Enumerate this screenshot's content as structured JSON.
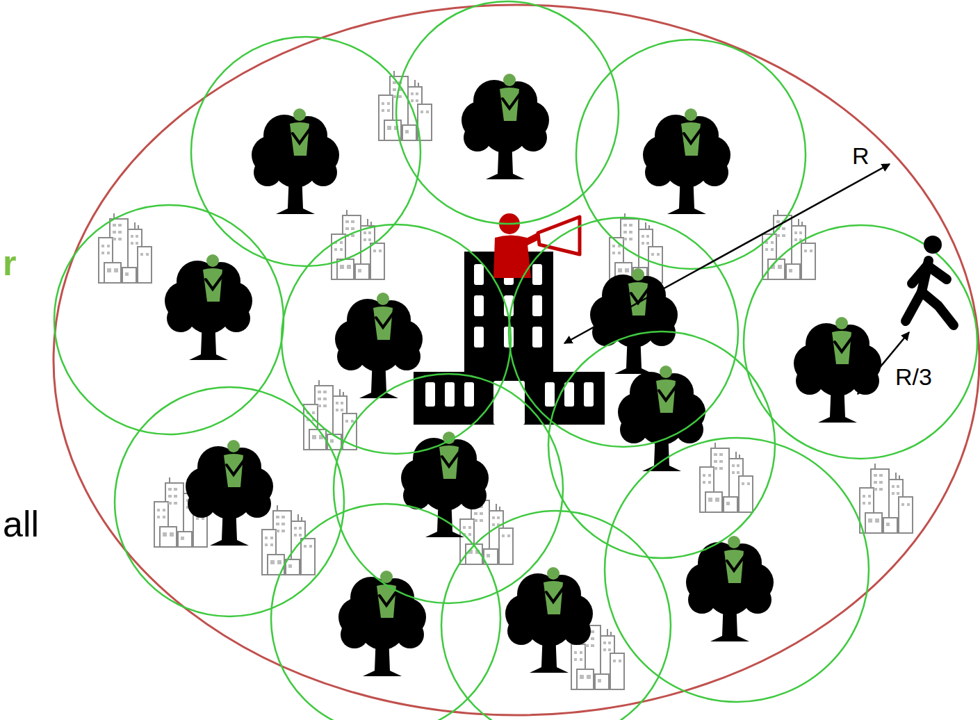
{
  "diagram": {
    "labels": [
      "r",
      "all",
      "R",
      "R/3"
    ]
  }
}
